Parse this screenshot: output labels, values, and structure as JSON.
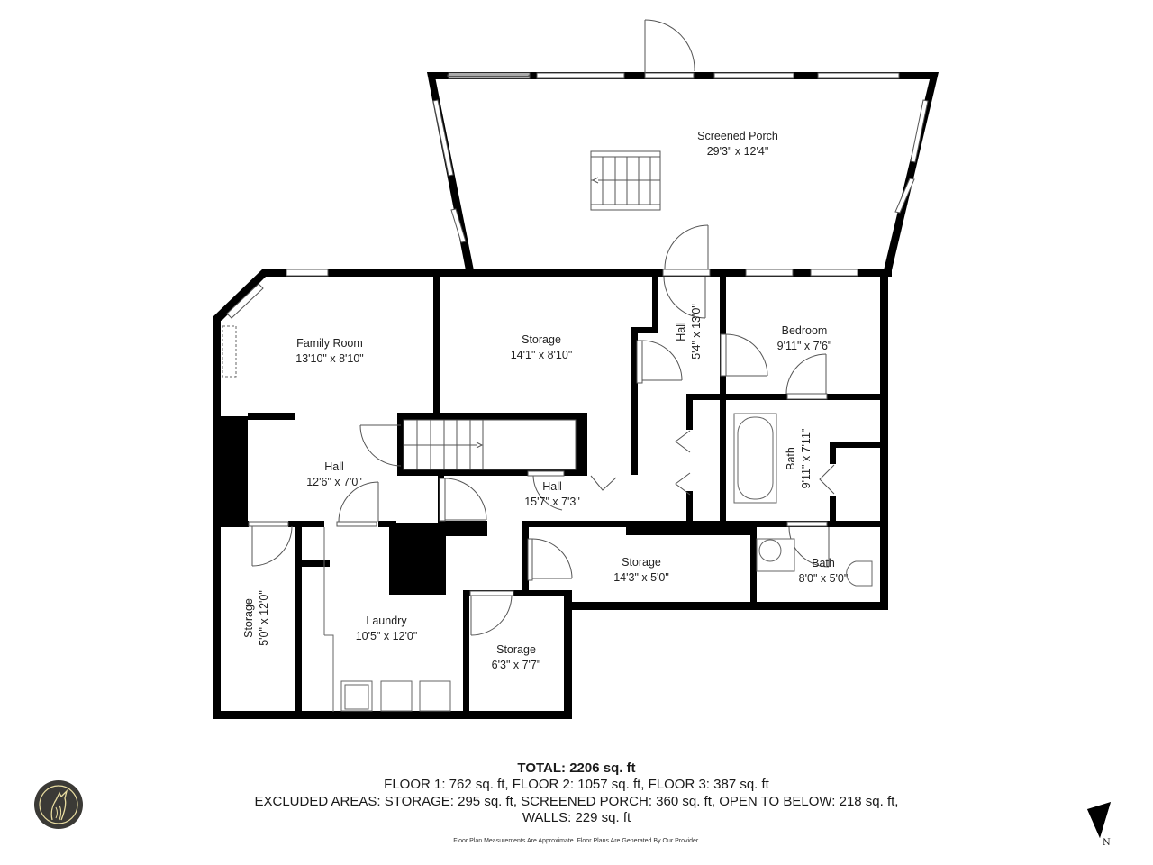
{
  "rooms": {
    "screened_porch": {
      "name": "Screened Porch",
      "dims": "29'3\" x 12'4\""
    },
    "family_room": {
      "name": "Family Room",
      "dims": "13'10\" x 8'10\""
    },
    "storage_main": {
      "name": "Storage",
      "dims": "14'1\" x 8'10\""
    },
    "hall_north": {
      "name": "Hall",
      "dims": "5'4\" x 13'0\""
    },
    "bedroom": {
      "name": "Bedroom",
      "dims": "9'11\" x 7'6\""
    },
    "bath_large": {
      "name": "Bath",
      "dims": "9'11\" x 7'11\""
    },
    "hall_west": {
      "name": "Hall",
      "dims": "12'6\" x 7'0\""
    },
    "hall_center": {
      "name": "Hall",
      "dims": "15'7\" x 7'3\""
    },
    "storage_long": {
      "name": "Storage",
      "dims": "14'3\" x 5'0\""
    },
    "bath_small": {
      "name": "Bath",
      "dims": "8'0\" x 5'0\""
    },
    "storage_west": {
      "name": "Storage",
      "dims": "5'0\" x 12'0\""
    },
    "laundry": {
      "name": "Laundry",
      "dims": "10'5\" x 12'0\""
    },
    "storage_small": {
      "name": "Storage",
      "dims": "6'3\" x 7'7\""
    }
  },
  "summary": {
    "total": "TOTAL: 2206 sq. ft",
    "floors": "FLOOR 1: 762 sq. ft, FLOOR 2: 1057 sq. ft, FLOOR 3: 387 sq. ft",
    "excluded": "EXCLUDED AREAS: STORAGE: 295 sq. ft, SCREENED PORCH: 360 sq. ft, OPEN TO BELOW: 218 sq. ft,",
    "walls": "WALLS: 229 sq. ft",
    "disclaimer": "Floor Plan Measurements Are Approximate. Floor Plans Are Generated By Our Provider."
  },
  "compass": {
    "label": "N",
    "icon": "north-arrow-icon"
  },
  "logo": {
    "icon": "howling-wolf-logo-icon",
    "bg_color": "#3b3a36",
    "line_color": "#e8dca0"
  },
  "colors": {
    "wall": "#000000",
    "fixture": "#555555",
    "background": "#ffffff"
  }
}
